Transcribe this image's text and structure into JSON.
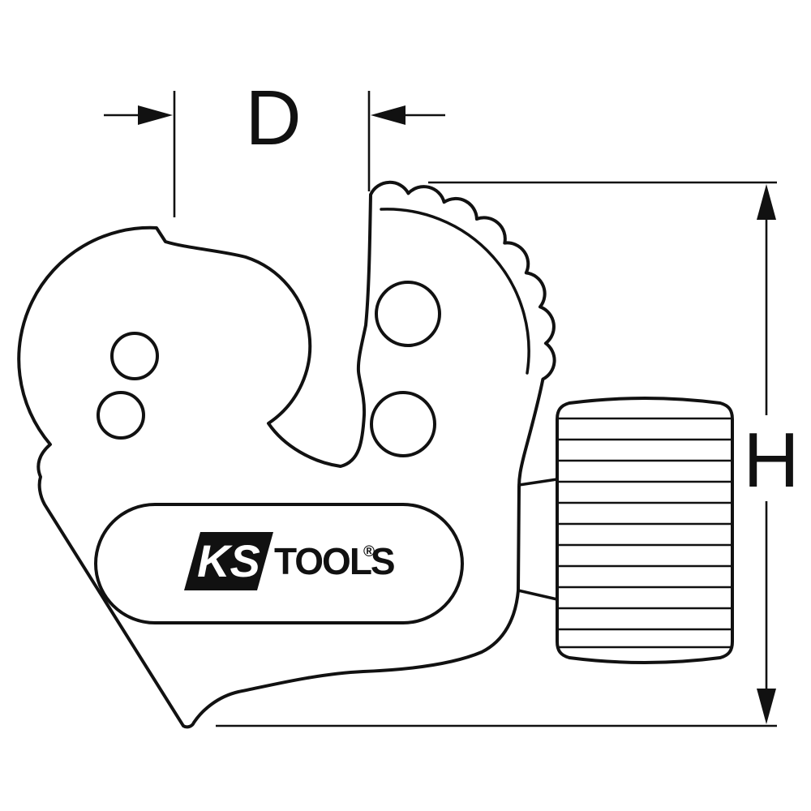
{
  "drawing": {
    "background_color": "#ffffff",
    "line_color": "#111111"
  },
  "dimension_labels": {
    "diameter": "D",
    "height": "H"
  },
  "logo": {
    "prefix": "KS",
    "suffix": "TOOLS",
    "registered": "®"
  }
}
